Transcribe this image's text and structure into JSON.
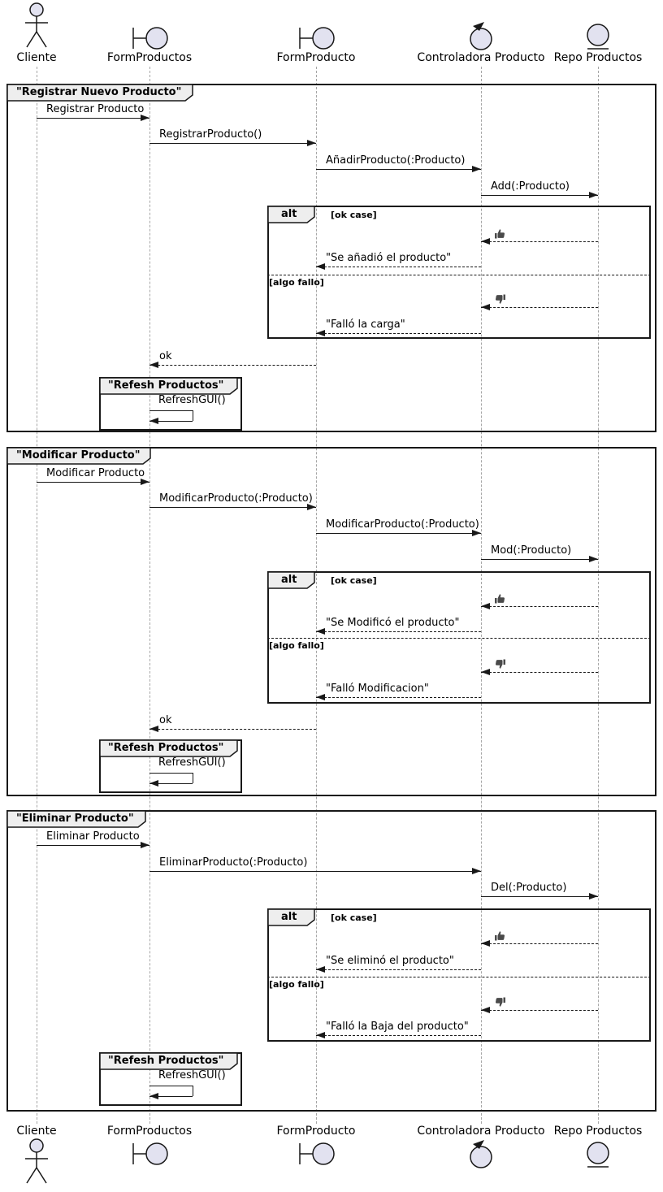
{
  "diagram_type": "uml-sequence-diagram",
  "colors": {
    "background": "#FFFFFF",
    "participant_fill": "#E2E2F0",
    "line": "#181818",
    "lifeline": "#A6A6A6",
    "tab_fill": "#EEEEEE"
  },
  "participants": [
    {
      "label": "Cliente",
      "type": "actor"
    },
    {
      "label": "FormProductos",
      "type": "boundary"
    },
    {
      "label": "FormProducto",
      "type": "boundary"
    },
    {
      "label": "Controladora Producto",
      "type": "control"
    },
    {
      "label": "Repo Productos",
      "type": "entity"
    }
  ],
  "frames": [
    {
      "title": "\"Registrar Nuevo Producto\"",
      "messages": [
        {
          "from": "Cliente",
          "to": "FormProductos",
          "label": "Registrar Producto",
          "line": "solid"
        },
        {
          "from": "FormProductos",
          "to": "FormProducto",
          "label": "RegistrarProducto()",
          "line": "solid"
        },
        {
          "from": "FormProducto",
          "to": "Controladora Producto",
          "label": "AñadirProducto(:Producto)",
          "line": "solid"
        },
        {
          "from": "Controladora Producto",
          "to": "Repo Productos",
          "label": "Add(:Producto)",
          "line": "solid"
        }
      ],
      "alt": {
        "operator": "alt",
        "sections": [
          {
            "guard": "[ok case]",
            "messages": [
              {
                "from": "Repo Productos",
                "to": "Controladora Producto",
                "icon": "thumbs-up-icon",
                "line": "dashed"
              },
              {
                "from": "Controladora Producto",
                "to": "FormProducto",
                "label": "\"Se añadió el producto\"",
                "line": "dashed"
              }
            ]
          },
          {
            "guard": "[algo fallo]",
            "messages": [
              {
                "from": "Repo Productos",
                "to": "Controladora Producto",
                "icon": "thumbs-down-icon",
                "line": "dashed"
              },
              {
                "from": "Controladora Producto",
                "to": "FormProducto",
                "label": "\"Falló la carga\"",
                "line": "dashed"
              }
            ]
          }
        ]
      },
      "after_messages": [
        {
          "from": "FormProducto",
          "to": "FormProductos",
          "label": "ok",
          "line": "dashed"
        }
      ],
      "ref": {
        "title": "\"Refesh Productos\"",
        "message": {
          "on": "FormProductos",
          "label": "RefreshGUI()",
          "type": "self"
        }
      }
    },
    {
      "title": "\"Modificar Producto\"",
      "messages": [
        {
          "from": "Cliente",
          "to": "FormProductos",
          "label": "Modificar Producto",
          "line": "solid"
        },
        {
          "from": "FormProductos",
          "to": "FormProducto",
          "label": "ModificarProducto(:Producto)",
          "line": "solid"
        },
        {
          "from": "FormProducto",
          "to": "Controladora Producto",
          "label": "ModificarProducto(:Producto)",
          "line": "solid"
        },
        {
          "from": "Controladora Producto",
          "to": "Repo Productos",
          "label": "Mod(:Producto)",
          "line": "solid"
        }
      ],
      "alt": {
        "operator": "alt",
        "sections": [
          {
            "guard": "[ok case]",
            "messages": [
              {
                "from": "Repo Productos",
                "to": "Controladora Producto",
                "icon": "thumbs-up-icon",
                "line": "dashed"
              },
              {
                "from": "Controladora Producto",
                "to": "FormProducto",
                "label": "\"Se Modificó el producto\"",
                "line": "dashed"
              }
            ]
          },
          {
            "guard": "[algo fallo]",
            "messages": [
              {
                "from": "Repo Productos",
                "to": "Controladora Producto",
                "icon": "thumbs-down-icon",
                "line": "dashed"
              },
              {
                "from": "Controladora Producto",
                "to": "FormProducto",
                "label": "\"Falló Modificacion\"",
                "line": "dashed"
              }
            ]
          }
        ]
      },
      "after_messages": [
        {
          "from": "FormProducto",
          "to": "FormProductos",
          "label": "ok",
          "line": "dashed"
        }
      ],
      "ref": {
        "title": "\"Refesh Productos\"",
        "message": {
          "on": "FormProductos",
          "label": "RefreshGUI()",
          "type": "self"
        }
      }
    },
    {
      "title": "\"Eliminar Producto\"",
      "messages": [
        {
          "from": "Cliente",
          "to": "FormProductos",
          "label": "Eliminar Producto",
          "line": "solid"
        },
        {
          "from": "FormProductos",
          "to": "Controladora Producto",
          "label": "EliminarProducto(:Producto)",
          "line": "solid"
        },
        {
          "from": "Controladora Producto",
          "to": "Repo Productos",
          "label": "Del(:Producto)",
          "line": "solid"
        }
      ],
      "alt": {
        "operator": "alt",
        "sections": [
          {
            "guard": "[ok case]",
            "messages": [
              {
                "from": "Repo Productos",
                "to": "Controladora Producto",
                "icon": "thumbs-up-icon",
                "line": "dashed"
              },
              {
                "from": "Controladora Producto",
                "to": "FormProducto",
                "label": "\"Se eliminó el producto\"",
                "line": "dashed"
              }
            ]
          },
          {
            "guard": "[algo fallo]",
            "messages": [
              {
                "from": "Repo Productos",
                "to": "Controladora Producto",
                "icon": "thumbs-down-icon",
                "line": "dashed"
              },
              {
                "from": "Controladora Producto",
                "to": "FormProducto",
                "label": "\"Falló la Baja del producto\"",
                "line": "dashed"
              }
            ]
          }
        ]
      },
      "after_messages": [],
      "ref": {
        "title": "\"Refesh Productos\"",
        "message": {
          "on": "FormProductos",
          "label": "RefreshGUI()",
          "type": "self"
        }
      }
    }
  ]
}
